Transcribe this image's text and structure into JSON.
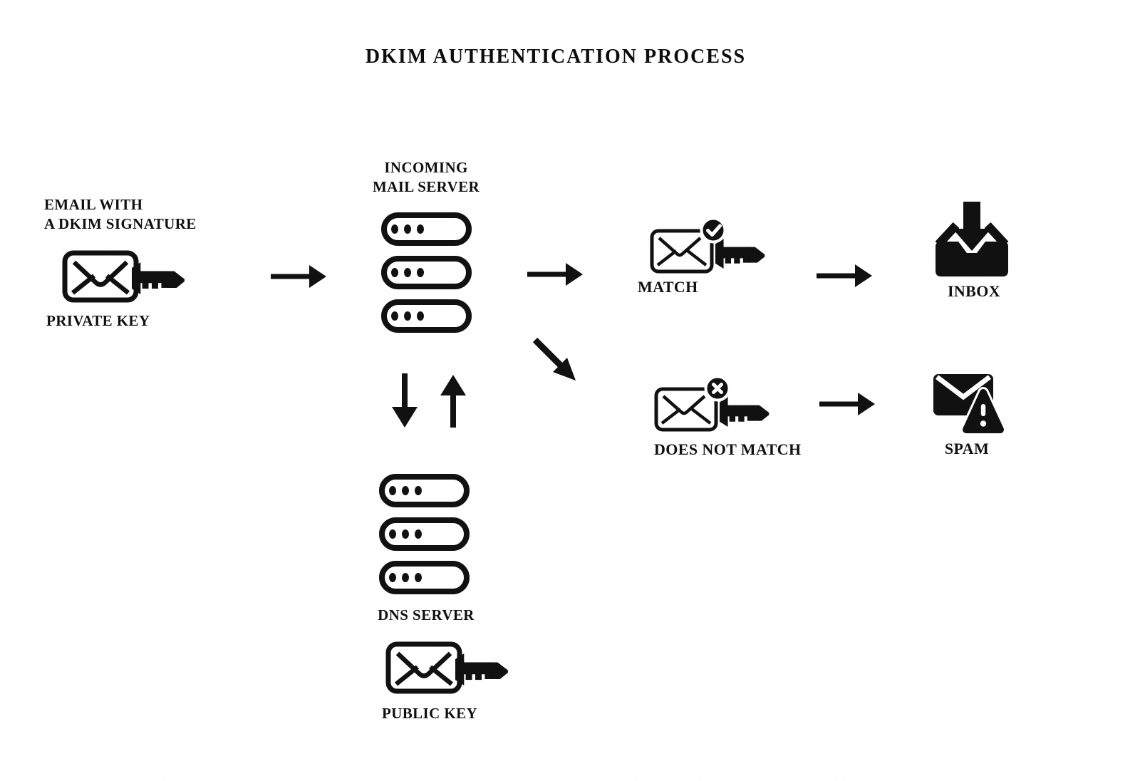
{
  "title": "DKIM AUTHENTICATION PROCESS",
  "colors": {
    "ink": "#111111",
    "background": "#ffffff"
  },
  "nodes": {
    "email_source": {
      "lines": [
        "EMAIL WITH",
        "A DKIM SIGNATURE"
      ],
      "key_label": "PRIVATE KEY"
    },
    "incoming_mail_server": {
      "lines": [
        "INCOMING",
        "MAIL SERVER"
      ]
    },
    "match": {
      "label": "MATCH"
    },
    "inbox": {
      "label": "INBOX"
    },
    "does_not_match": {
      "label": "DOES NOT MATCH"
    },
    "spam": {
      "label": "SPAM"
    },
    "dns_server": {
      "label": "DNS SERVER"
    },
    "public_key": {
      "label": "PUBLIC KEY"
    }
  }
}
